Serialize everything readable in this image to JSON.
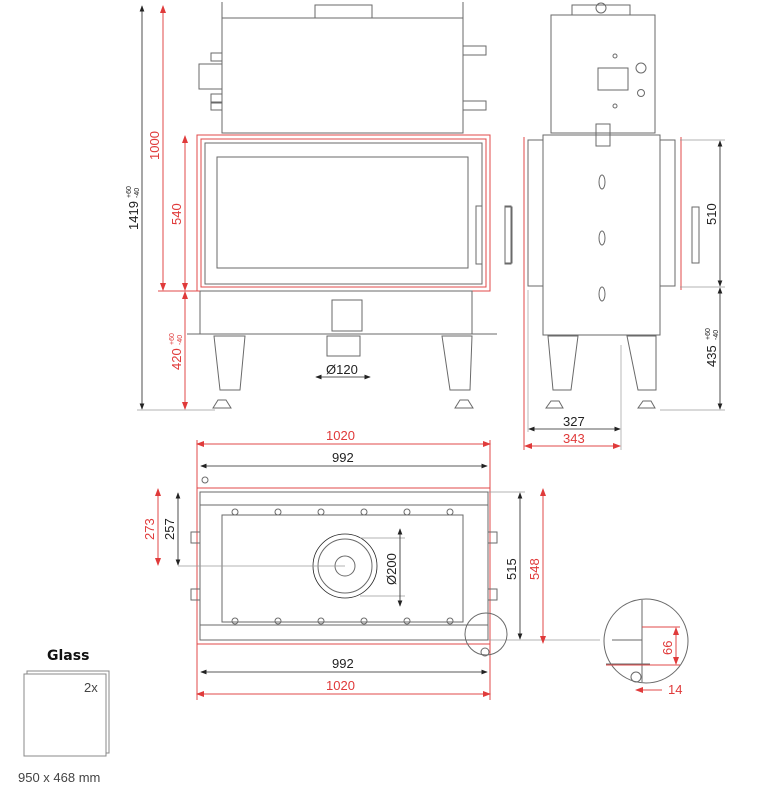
{
  "front_view": {
    "dim_total_height": "1419",
    "dim_total_tol_plus": "+60",
    "dim_total_tol_minus": "-40",
    "dim_top": "1000",
    "dim_door": "540",
    "dim_base": "420",
    "dim_base_tol_plus": "+60",
    "dim_base_tol_minus": "-40",
    "dim_flue": "Ø120"
  },
  "side_view": {
    "dim_door": "510",
    "dim_base": "435",
    "dim_base_tol_plus": "+60",
    "dim_base_tol_minus": "-40",
    "dim_depth_inner": "327",
    "dim_depth_outer": "343"
  },
  "top_view": {
    "dim_width_outer_top": "1020",
    "dim_width_inner_top": "992",
    "dim_offset_outer": "273",
    "dim_offset_inner": "257",
    "dim_flue": "Ø200",
    "dim_depth_inner": "515",
    "dim_depth_outer": "548",
    "dim_width_inner_bottom": "992",
    "dim_width_outer_bottom": "1020"
  },
  "detail": {
    "dim_height": "66",
    "dim_width": "14"
  },
  "glass": {
    "title": "Glass",
    "count": "2x",
    "size": "950 x 468 mm"
  },
  "colors": {
    "dimension_red": "#e03a3a",
    "line_gray": "#6a6a6a"
  }
}
